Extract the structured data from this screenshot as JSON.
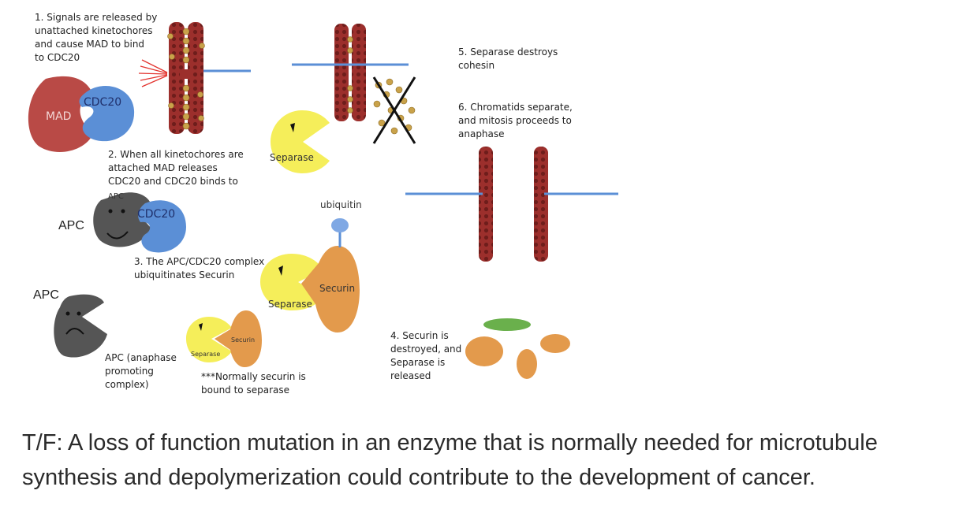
{
  "diagram": {
    "step1": "1. Signals are released by\nunattached kinetochores\nand cause MAD to bind\nto CDC20",
    "step2": "2. When all kinetochores are\nattached MAD releases\nCDC20 and CDC20 binds to",
    "step3": "3. The APC/CDC20 complex\nubiquitinates Securin",
    "step4": "4. Securin is\ndestroyed, and\nSeparase is\nreleased",
    "step5": "5. Separase destroys\ncohesin",
    "step6": "6. Chromatids separate,\nand mitosis proceeds to\nanaphase",
    "note": "***Normally securin is\nbound to separase",
    "apc_legend": "APC (anaphase\npromoting\ncomplex)",
    "labels": {
      "mad": "MAD",
      "cdc20": "CDC20",
      "apc": "APC",
      "separase": "Separase",
      "securin": "Securin",
      "ubiquitin": "ubiquitin"
    },
    "colors": {
      "mad": "#b94a46",
      "cdc20": "#5b8fd6",
      "apc": "#555555",
      "separase": "#f5ee5a",
      "securin": "#e39a4c",
      "chromosome": "#9c2f2c",
      "cohesin": "#c9a24a",
      "spindle": "#5b8fd6",
      "fragment_green": "#6ab04c"
    }
  },
  "question": "T/F: A loss of function mutation in an enzyme that is normally needed for microtubule synthesis and depolymerization could contribute to the development of cancer."
}
